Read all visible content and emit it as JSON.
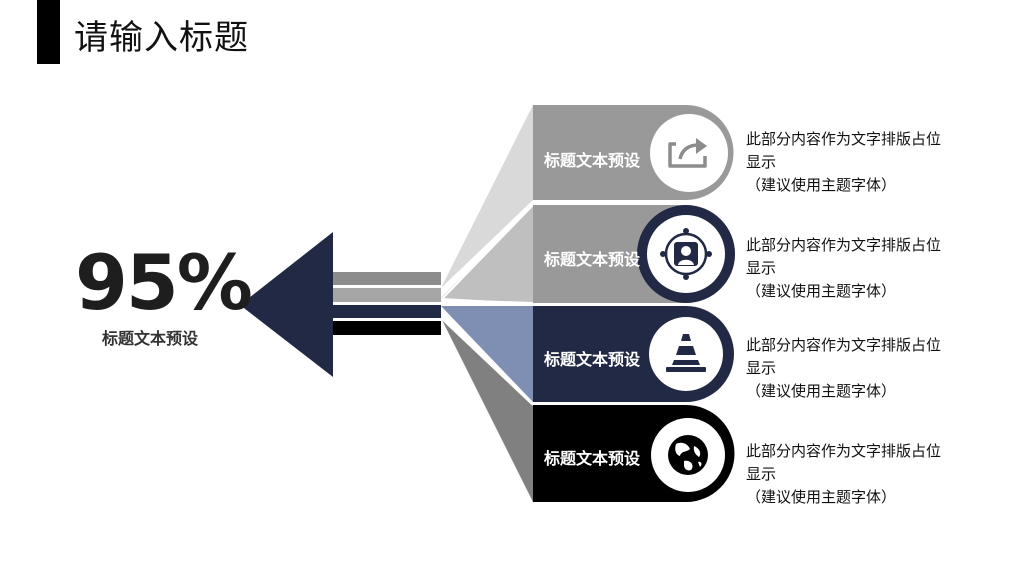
{
  "header": {
    "title": "请输入标题"
  },
  "summary": {
    "percent": "95%",
    "label": "标题文本预设"
  },
  "colors": {
    "navy": "#222944",
    "black": "#000000",
    "gray": "#8c8c8c",
    "gray_mid": "#a6a6a6",
    "light_gray": "#d9d9d9",
    "blue_gray": "#7f8fb3"
  },
  "rows": [
    {
      "label": "标题文本预设",
      "icon": "share-icon",
      "desc_line1": "此部分内容作为文字排版占位",
      "desc_line2": "显示",
      "desc_line3": "（建议使用主题字体）"
    },
    {
      "label": "标题文本预设",
      "icon": "user-target-icon",
      "desc_line1": "此部分内容作为文字排版占位",
      "desc_line2": "显示",
      "desc_line3": "（建议使用主题字体）"
    },
    {
      "label": "标题文本预设",
      "icon": "traffic-cone-icon",
      "desc_line1": "此部分内容作为文字排版占位",
      "desc_line2": "显示",
      "desc_line3": "（建议使用主题字体）"
    },
    {
      "label": "标题文本预设",
      "icon": "globe-icon",
      "desc_line1": "此部分内容作为文字排版占位",
      "desc_line2": "显示",
      "desc_line3": "（建议使用主题字体）"
    }
  ]
}
